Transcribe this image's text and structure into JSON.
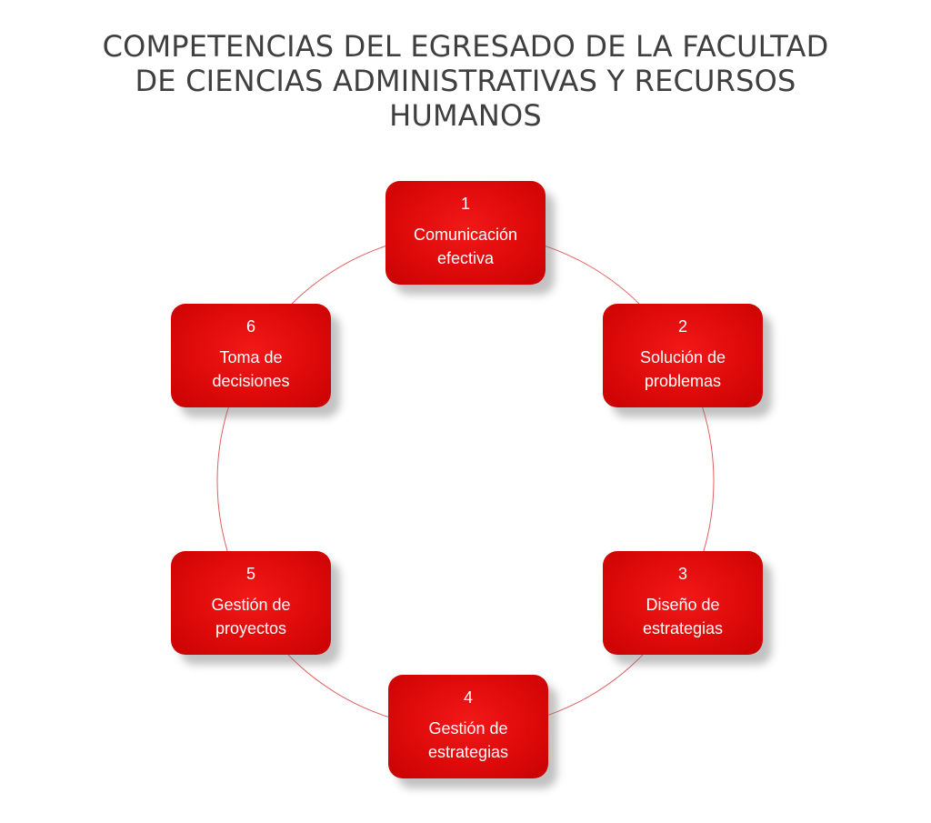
{
  "title": {
    "line1": "COMPETENCIAS DEL EGRESADO DE LA FACULTAD",
    "line2": "DE CIENCIAS ADMINISTRATIVAS Y RECURSOS",
    "line3": "HUMANOS"
  },
  "colors": {
    "node_fill": "#e00b0b",
    "ring_stroke": "#e06060",
    "title_text": "#3f3f3f",
    "node_text": "#ffffff"
  },
  "nodes": [
    {
      "number": "1",
      "line1": "Comunicación",
      "line2": "efectiva"
    },
    {
      "number": "2",
      "line1": "Solución de",
      "line2": "problemas"
    },
    {
      "number": "3",
      "line1": "Diseño de",
      "line2": "estrategias"
    },
    {
      "number": "4",
      "line1": "Gestión de",
      "line2": "estrategias"
    },
    {
      "number": "5",
      "line1": "Gestión de",
      "line2": "proyectos"
    },
    {
      "number": "6",
      "line1": "Toma de",
      "line2": "decisiones"
    }
  ]
}
